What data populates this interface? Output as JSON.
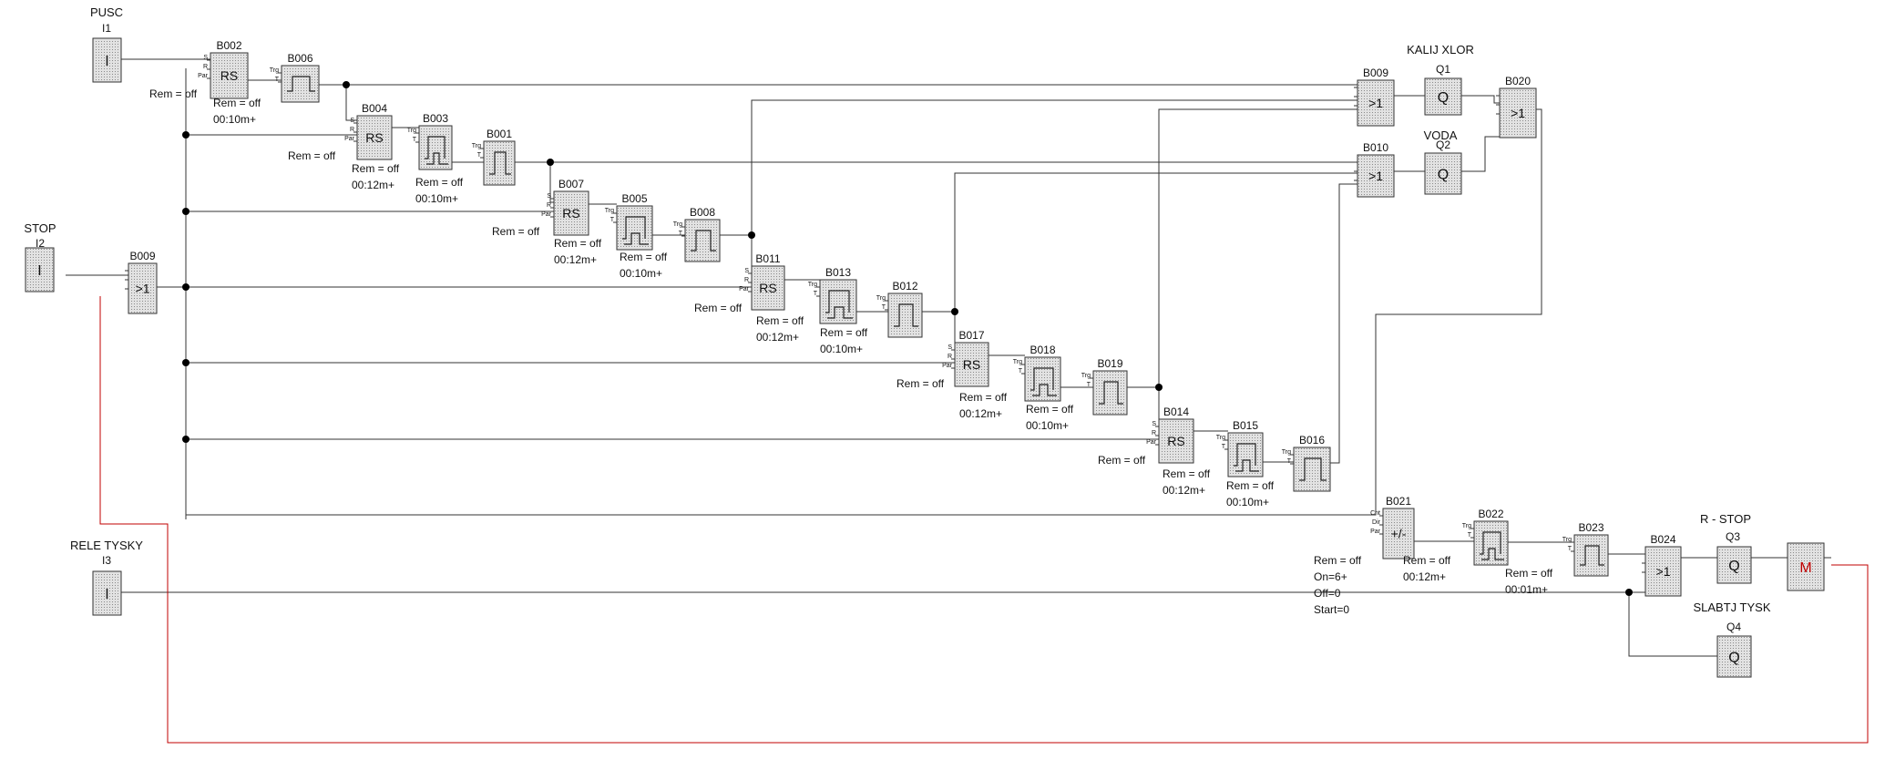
{
  "inputs": [
    {
      "id": "I1",
      "name": "PUSC",
      "symbol": "I"
    },
    {
      "id": "I2",
      "name": "STOP",
      "symbol": "I"
    },
    {
      "id": "I3",
      "name": "RELE TYSKY",
      "symbol": "I"
    }
  ],
  "outputs": [
    {
      "id": "Q1",
      "name": "KALIJ XLOR",
      "symbol": "Q"
    },
    {
      "id": "Q2",
      "name": "VODA",
      "symbol": "Q"
    },
    {
      "id": "Q3",
      "name": "R - STOP",
      "symbol": "Q"
    },
    {
      "id": "Q4",
      "name": "SLABTJ TYSK",
      "symbol": "Q"
    },
    {
      "id": "M",
      "symbol": "M"
    }
  ],
  "blocks": [
    {
      "id": "B002",
      "type": "RS",
      "params": [
        "Rem = off"
      ]
    },
    {
      "id": "B006",
      "type": "PULSE",
      "params": [
        "Rem = off",
        "00:10m+"
      ]
    },
    {
      "id": "B004",
      "type": "RS",
      "params": [
        "Rem = off"
      ]
    },
    {
      "id": "B003",
      "type": "DELAY",
      "params": [
        "Rem = off",
        "00:12m+"
      ]
    },
    {
      "id": "B001",
      "type": "PULSE",
      "params": [
        "Rem = off",
        "00:10m+"
      ]
    },
    {
      "id": "B007",
      "type": "RS",
      "params": [
        "Rem = off"
      ]
    },
    {
      "id": "B005",
      "type": "DELAY",
      "params": [
        "Rem = off",
        "00:12m+"
      ]
    },
    {
      "id": "B008",
      "type": "PULSE",
      "params": [
        "Rem = off",
        "00:10m+"
      ]
    },
    {
      "id": "B011",
      "type": "RS",
      "params": [
        "Rem = off"
      ]
    },
    {
      "id": "B013",
      "type": "DELAY",
      "params": [
        "Rem = off",
        "00:12m+"
      ]
    },
    {
      "id": "B012",
      "type": "PULSE",
      "params": [
        "Rem = off",
        "00:10m+"
      ]
    },
    {
      "id": "B017",
      "type": "RS",
      "params": [
        "Rem = off"
      ]
    },
    {
      "id": "B018",
      "type": "DELAY",
      "params": [
        "Rem = off",
        "00:12m+"
      ]
    },
    {
      "id": "B019",
      "type": "PULSE",
      "params": [
        "Rem = off",
        "00:10m+"
      ]
    },
    {
      "id": "B014",
      "type": "RS",
      "params": [
        "Rem = off"
      ]
    },
    {
      "id": "B015",
      "type": "DELAY",
      "params": [
        "Rem = off",
        "00:12m+"
      ]
    },
    {
      "id": "B016",
      "type": "PULSE",
      "params": [
        "Rem = off",
        "00:10m+"
      ]
    },
    {
      "id": "B009",
      "type": "OR",
      "symbol": ">1"
    },
    {
      "id": "B009",
      "type": "OR",
      "symbol": ">1"
    },
    {
      "id": "B010",
      "type": "OR",
      "symbol": ">1"
    },
    {
      "id": "B020",
      "type": "OR",
      "symbol": ">1"
    },
    {
      "id": "B021",
      "type": "COUNTER",
      "symbol": "+/-",
      "params": [
        "Rem = off",
        "On=6+",
        "Off=0",
        "Start=0"
      ]
    },
    {
      "id": "B022",
      "type": "DELAY",
      "params": [
        "Rem = off",
        "00:12m+"
      ]
    },
    {
      "id": "B023",
      "type": "PULSE",
      "params": [
        "Rem = off",
        "00:01m+"
      ]
    },
    {
      "id": "B024",
      "type": "OR",
      "symbol": ">1"
    }
  ],
  "pins": {
    "S": "S",
    "R": "R",
    "Par": "Par",
    "Trg": "Trg",
    "T": "T",
    "Cnt": "Cnt",
    "Dir": "Dir"
  },
  "colors": {
    "wire": "#333333",
    "red_wire": "#c00000",
    "block_fill": "#e2e2e2",
    "block_border": "#333333",
    "motor": "#c00000"
  }
}
